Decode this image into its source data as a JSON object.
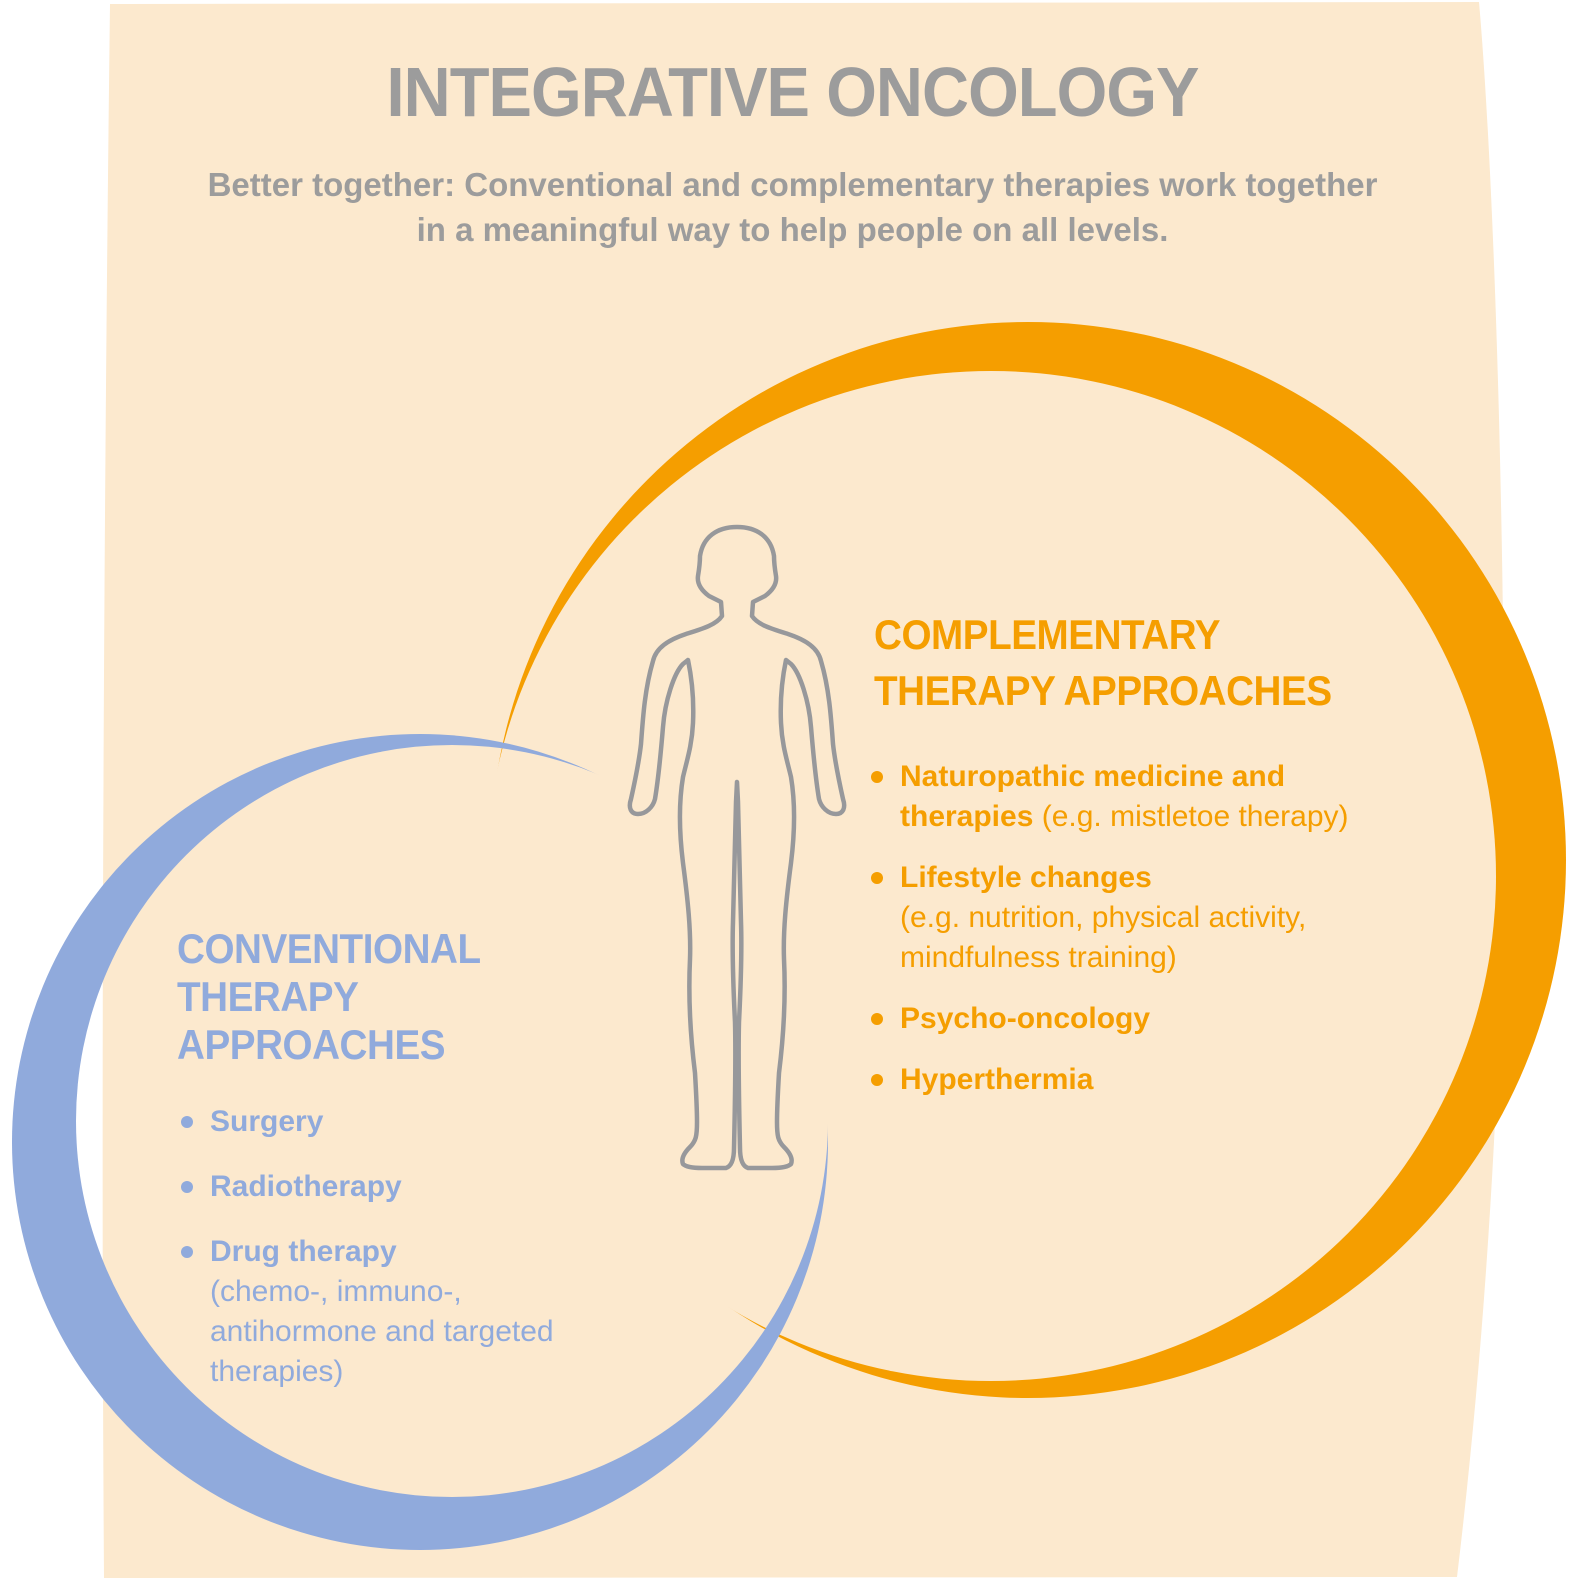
{
  "page": {
    "title": "INTEGRATIVE ONCOLOGY",
    "subtitle_lines": [
      "Better together: Conventional and complementary therapies work together",
      "in a meaningful way to help people on all levels."
    ]
  },
  "colors": {
    "paper": "#FCE9CE",
    "orange": "#F59E00",
    "blue": "#90AADC",
    "heading_gray": "#9C9C9C",
    "figure_gray": "#97989B"
  },
  "complementary_panel": {
    "heading_lines": [
      "COMPLEMENTARY",
      "THERAPY APPROACHES"
    ],
    "bullets": [
      {
        "segments": [
          {
            "text": "Naturopathic medicine and therapies",
            "bold": true
          },
          {
            "text": " (e.g. mistletoe therapy)",
            "bold": false
          }
        ]
      },
      {
        "segments": [
          {
            "text": "Lifestyle changes",
            "bold": true
          },
          {
            "text": "(e.g. nutrition, physical activity, mindfulness training)",
            "bold": false,
            "newline": true
          }
        ]
      },
      {
        "segments": [
          {
            "text": "Psycho-oncology",
            "bold": true
          }
        ]
      },
      {
        "segments": [
          {
            "text": "Hyperthermia",
            "bold": true
          }
        ]
      }
    ]
  },
  "conventional_panel": {
    "heading_lines": [
      "CONVENTIONAL",
      "THERAPY",
      "APPROACHES"
    ],
    "bullets": [
      {
        "segments": [
          {
            "text": "Surgery",
            "bold": true
          }
        ]
      },
      {
        "segments": [
          {
            "text": "Radiotherapy",
            "bold": true
          }
        ]
      },
      {
        "segments": [
          {
            "text": "Drug therapy",
            "bold": true
          },
          {
            "text": "(chemo-, immuno-, antihormone and targeted therapies)",
            "bold": false,
            "newline": true
          }
        ]
      }
    ]
  },
  "figure": {
    "icon": "human-body-outline"
  }
}
